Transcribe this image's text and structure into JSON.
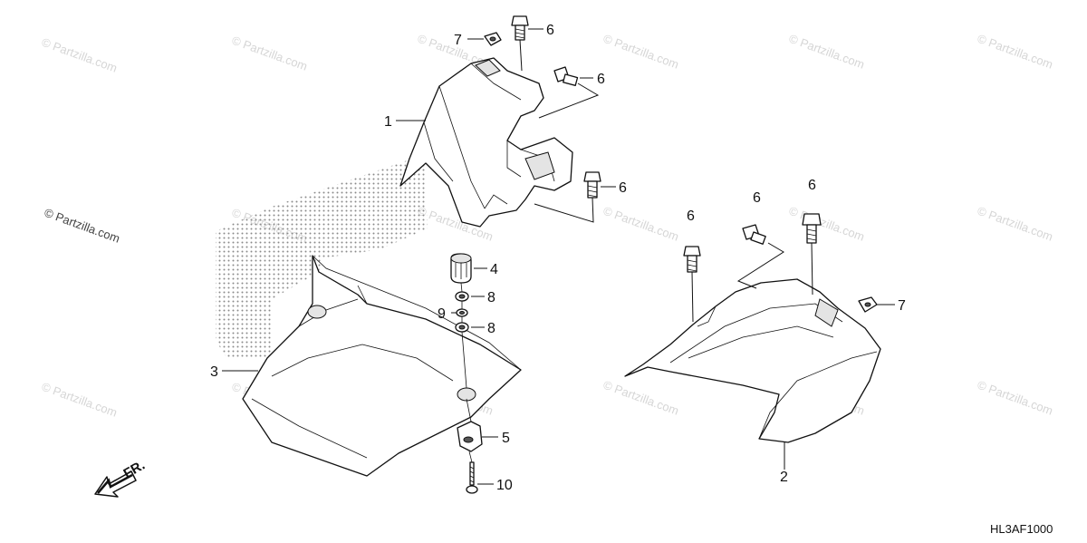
{
  "callouts": [
    {
      "id": "c1",
      "label": "1"
    },
    {
      "id": "c2",
      "label": "2"
    },
    {
      "id": "c3",
      "label": "3"
    },
    {
      "id": "c4",
      "label": "4"
    },
    {
      "id": "c5",
      "label": "5"
    },
    {
      "id": "c6a",
      "label": "6"
    },
    {
      "id": "c6b",
      "label": "6"
    },
    {
      "id": "c6c",
      "label": "6"
    },
    {
      "id": "c6d",
      "label": "6"
    },
    {
      "id": "c6e",
      "label": "6"
    },
    {
      "id": "c6f",
      "label": "6"
    },
    {
      "id": "c7a",
      "label": "7"
    },
    {
      "id": "c7b",
      "label": "7"
    },
    {
      "id": "c8a",
      "label": "8"
    },
    {
      "id": "c8b",
      "label": "8"
    },
    {
      "id": "c9",
      "label": "9"
    },
    {
      "id": "c10",
      "label": "10"
    }
  ],
  "watermark": {
    "text": "© Partzilla.com"
  },
  "direction_label": "FR.",
  "diagram_code": "HL3AF1000",
  "colors": {
    "ink": "#111111",
    "watermark": "#d6d6d6",
    "background": "#ffffff"
  }
}
